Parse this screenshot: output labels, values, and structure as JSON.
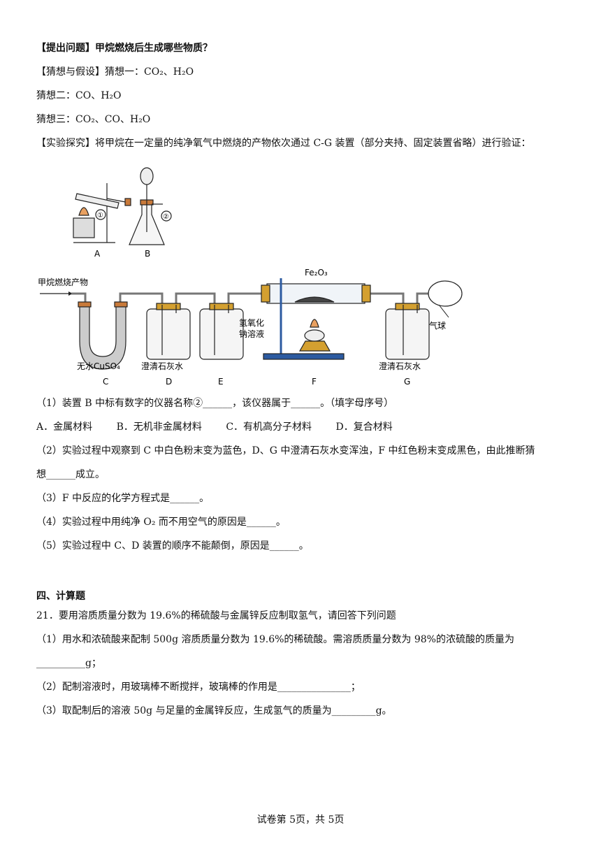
{
  "intro": {
    "q": "【提出问题】甲烷燃烧后生成哪些物质？",
    "g1_label": "【猜想与假设】猜想一：",
    "g1": "CO₂、H₂O",
    "g2": "猜想二：CO、H₂O",
    "g3": "猜想三：CO₂、CO、H₂O",
    "exp": "【实验探究】将甲烷在一定量的纯净氧气中燃烧的产物依次通过 C-G 装置（部分夹持、固定装置省略）进行验证："
  },
  "figure_top": {
    "label_a": "A",
    "label_b": "B",
    "mark1": "①",
    "mark2": "②"
  },
  "figure_main": {
    "inlet": "甲烷燃烧产物",
    "fe2o3": "Fe₂O₃",
    "naoh_line1": "氢氧化",
    "naoh_line2": "钠溶液",
    "balloon": "气球",
    "c_sub": "无水CuSO₄",
    "d_sub": "澄清石灰水",
    "g_sub": "澄清石灰水",
    "labels": [
      "C",
      "D",
      "E",
      "F",
      "G"
    ]
  },
  "questions": {
    "q1": "（1）装置 B 中标有数字的仪器名称②______，该仪器属于______。（填字母序号）",
    "opt_a": "A．金属材料",
    "opt_b": "B．无机非金属材料",
    "opt_c": "C．有机高分子材料",
    "opt_d": "D．复合材料",
    "q2a": "（2）实验过程中观察到 C 中白色粉末变为蓝色，D、G 中澄清石灰水变浑浊，F 中红色粉末变成黑色，由此推断猜",
    "q2b": "想______成立。",
    "q3": "（3）F 中反应的化学方程式是______。",
    "q4": "（4）实验过程中用纯净 O₂ 而不用空气的原因是______。",
    "q5": "（5）实验过程中 C、D 装置的顺序不能颠倒，原因是______。"
  },
  "section4": {
    "title": "四、计算题",
    "p21": "21．要用溶质质量分数为 19.6%的稀硫酸与金属锌反应制取氢气，请回答下列问题",
    "s1a": "（1）用水和浓硫酸来配制 500g 溶质质量分数为 19.6%的稀硫酸。需溶质质量分数为 98%的浓硫酸的质量为",
    "s1b": "__________g；",
    "s2": "（2）配制溶液时，用玻璃棒不断搅拌，玻璃棒的作用是_______________；",
    "s3": "（3）取配制后的溶液 50g 与足量的金属锌反应，生成氢气的质量为_________g。"
  },
  "footer": "试卷第 5页，共 5页"
}
